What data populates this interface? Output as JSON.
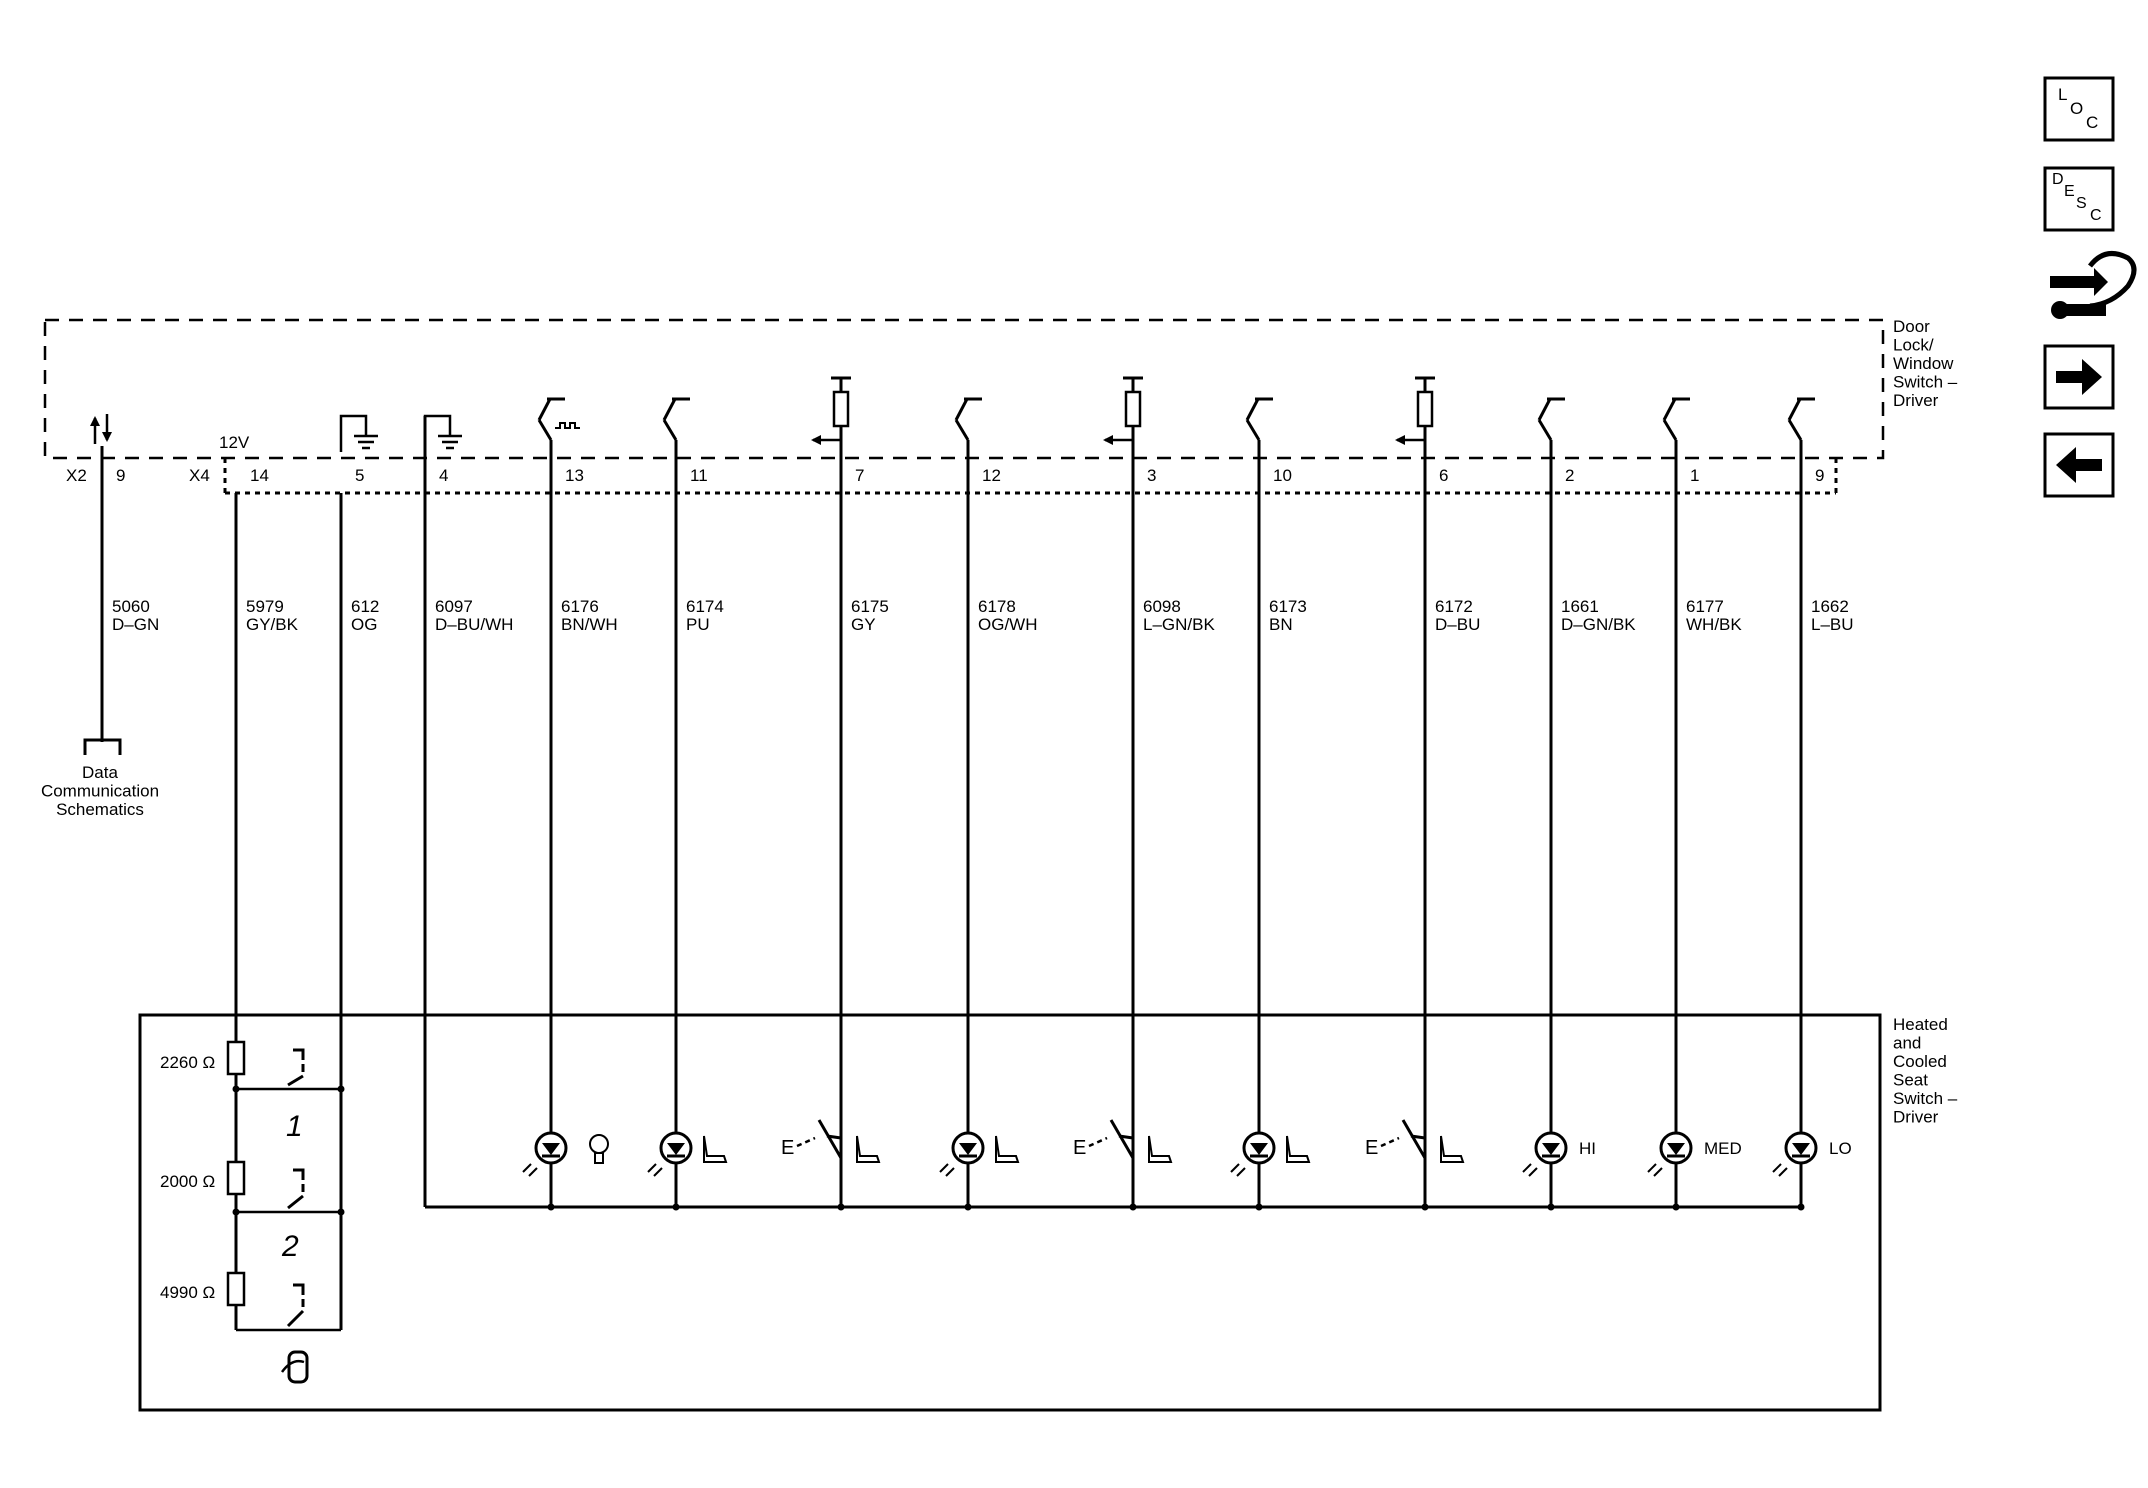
{
  "colors": {
    "ink": "#000000",
    "background": "#ffffff"
  },
  "upper_component": {
    "name_lines": [
      "Door",
      "Lock/",
      "Window",
      "Switch –",
      "Driver"
    ]
  },
  "lower_component": {
    "name_lines": [
      "Heated",
      "and",
      "Cooled",
      "Seat",
      "Switch –",
      "Driver"
    ]
  },
  "connectors": {
    "x2": "X2",
    "x4": "X4"
  },
  "supply_label": "12V",
  "offpage": {
    "lines": [
      "Data",
      "Communication",
      "Schematics"
    ]
  },
  "resistors": [
    {
      "label": "2260 Ω"
    },
    {
      "label": "2000 Ω"
    },
    {
      "label": "4990 Ω"
    }
  ],
  "position_marks": [
    "1",
    "2"
  ],
  "wires": [
    {
      "pin": "9",
      "circuit": "5060",
      "color": "D–GN"
    },
    {
      "pin": "14",
      "circuit": "5979",
      "color": "GY/BK"
    },
    {
      "pin": "5",
      "circuit": "612",
      "color": "OG"
    },
    {
      "pin": "4",
      "circuit": "6097",
      "color": "D–BU/WH"
    },
    {
      "pin": "13",
      "circuit": "6176",
      "color": "BN/WH"
    },
    {
      "pin": "11",
      "circuit": "6174",
      "color": "PU"
    },
    {
      "pin": "7",
      "circuit": "6175",
      "color": "GY"
    },
    {
      "pin": "12",
      "circuit": "6178",
      "color": "OG/WH"
    },
    {
      "pin": "3",
      "circuit": "6098",
      "color": "L–GN/BK"
    },
    {
      "pin": "10",
      "circuit": "6173",
      "color": "BN"
    },
    {
      "pin": "6",
      "circuit": "6172",
      "color": "D–BU"
    },
    {
      "pin": "2",
      "circuit": "1661",
      "color": "D–GN/BK"
    },
    {
      "pin": "1",
      "circuit": "6177",
      "color": "WH/BK"
    },
    {
      "pin": "9",
      "circuit": "1662",
      "color": "L–BU"
    }
  ],
  "led_labels": {
    "hi": "HI",
    "med": "MED",
    "lo": "LO"
  },
  "switch_prefix": "E",
  "nav": {
    "loc": [
      "L",
      "O",
      "C"
    ],
    "desc": [
      "D",
      "E",
      "S",
      "C"
    ],
    "icons": [
      "connector-end-view-icon",
      "arrow-right-icon",
      "arrow-left-icon"
    ]
  }
}
